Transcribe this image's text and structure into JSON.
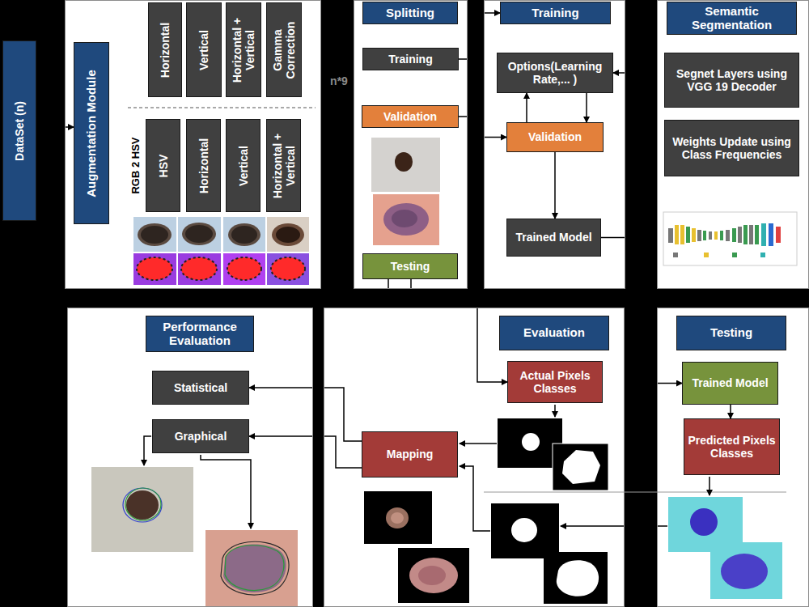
{
  "diagram": {
    "nodes": [
      {
        "text": [
          "DataSet (n)"
        ]
      },
      {
        "text": [
          "Augmentation Module"
        ]
      },
      {
        "text": [
          "Horizontal"
        ],
        "in": 1
      },
      {
        "text": [
          "Vertical"
        ],
        "in": 1
      },
      {
        "text": [
          "Horizontal + Vertical"
        ],
        "in": 1
      },
      {
        "text": [
          "Gamma Correction"
        ],
        "in": 1
      },
      {
        "text": [
          "HSV"
        ],
        "in": 1
      },
      {
        "text": [
          "Horizontal"
        ],
        "in": 1
      },
      {
        "text": [
          "Vertical"
        ],
        "in": 1
      },
      {
        "text": [
          "Horizontal + Vertical"
        ],
        "in": 1
      },
      {
        "text": [
          "Splitting"
        ]
      },
      {
        "text": [
          "Training"
        ],
        "in": 10
      },
      {
        "text": [
          "Validation"
        ],
        "in": 10
      },
      {
        "text": [
          "Testing"
        ],
        "in": 10
      },
      {
        "text": [
          "Training"
        ]
      },
      {
        "text": [
          "Options(Learning Rate,... )"
        ],
        "in": 14
      },
      {
        "text": [
          "Validation"
        ],
        "in": 14
      },
      {
        "text": [
          "Trained Model"
        ],
        "in": 14
      },
      {
        "text": [
          "Semantic Segmentation"
        ]
      },
      {
        "text": [
          "Segnet Layers using VGG 19 Decoder"
        ],
        "in": 18
      },
      {
        "text": [
          "Weights Update using Class Frequencies"
        ],
        "in": 18
      },
      {
        "text": [
          "Performance Evaluation"
        ]
      },
      {
        "text": [
          "Statistical"
        ],
        "in": 21
      },
      {
        "text": [
          "Graphical"
        ],
        "in": 21
      },
      {
        "text": [
          "Evaluation"
        ]
      },
      {
        "text": [
          "Actual Pixels Classes"
        ],
        "in": 24
      },
      {
        "text": [
          "Mapping"
        ],
        "in": 24
      },
      {
        "text": [
          "Testing"
        ]
      },
      {
        "text": [
          "Trained Model"
        ],
        "in": 27
      },
      {
        "text": [
          "Predicted Pixels Classes"
        ],
        "in": 27
      }
    ],
    "edges": [
      {
        "from": 0,
        "to": 1,
        "arrow": "to"
      },
      {
        "from": 11,
        "to": 14,
        "arrow": "to"
      },
      {
        "from": 12,
        "to": 16,
        "arrow": "to"
      },
      {
        "from": 15,
        "to": 16,
        "arrow": "to"
      },
      {
        "from": 16,
        "to": 15,
        "arrow": "to"
      },
      {
        "from": 16,
        "to": 17,
        "arrow": "to"
      },
      {
        "from": 17,
        "to": 18,
        "arrow": "none"
      },
      {
        "from": 18,
        "to": 15,
        "arrow": "to"
      },
      {
        "from": 13,
        "to": 25,
        "arrow": "to"
      },
      {
        "from": 13,
        "to": 28,
        "arrow": "to"
      },
      {
        "from": 28,
        "to": 29,
        "arrow": "to"
      },
      {
        "from": 26,
        "to": 22,
        "arrow": "to"
      },
      {
        "from": 26,
        "to": 23,
        "arrow": "to"
      }
    ],
    "labels": [
      "RGB 2 HSV",
      "n*9"
    ]
  }
}
